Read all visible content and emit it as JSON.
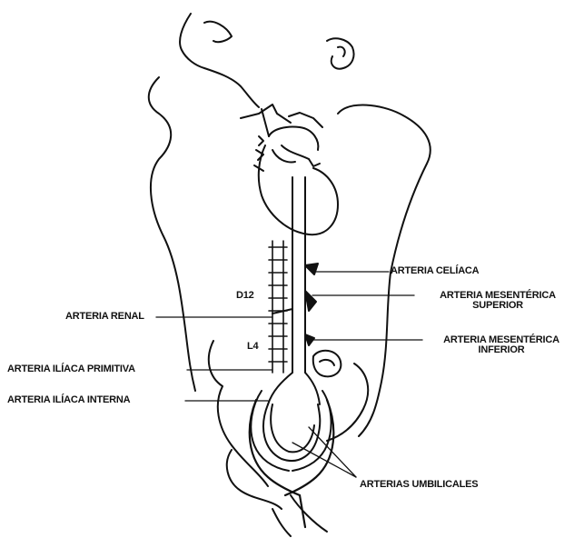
{
  "labels": {
    "arteria_celiaca": "ARTERIA CELÍACA",
    "arteria_mesenterica_superior_1": "ARTERIA MESENTÉRICA",
    "arteria_mesenterica_superior_2": "SUPERIOR",
    "arteria_renal": "ARTERIA RENAL",
    "arteria_mesenterica_inferior_1": "ARTERIA MESENTÉRICA",
    "arteria_mesenterica_inferior_2": "INFERIOR",
    "arteria_iliaca_primitiva": "ARTERIA ILÍACA PRIMITIVA",
    "arteria_iliaca_interna": "ARTERIA ILÍACA INTERNA",
    "arterias_umbilicales": "ARTERIAS UMBILICALES",
    "d12": "D12",
    "l4": "L4"
  },
  "colors": {
    "ink": "#111111",
    "background": "#ffffff"
  }
}
